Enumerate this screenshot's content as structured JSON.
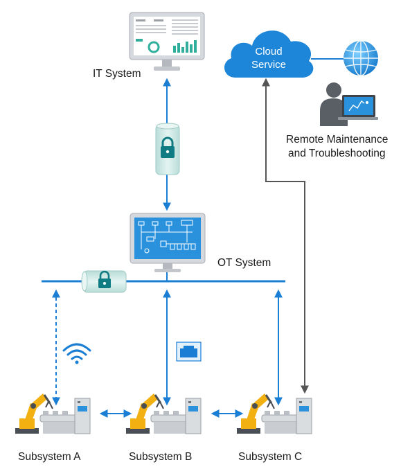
{
  "labels": {
    "it_system": "IT System",
    "ot_system": "OT System",
    "cloud_line1": "Cloud",
    "cloud_line2": "Service",
    "remote_line1": "Remote Maintenance",
    "remote_line2": "and Troubleshooting",
    "subsystem_a": "Subsystem A",
    "subsystem_b": "Subsystem B",
    "subsystem_c": "Subsystem C"
  },
  "colors": {
    "link_blue": "#1a7fd4",
    "cloud_blue": "#1e86d8",
    "cloud_path_gray": "#555555",
    "lock_teal": "#0f7b82",
    "tube_green": "#cfe9e6",
    "robot_yellow": "#f2b111",
    "machine_gray": "#c9ccd0",
    "screen_blue": "#2a92dd"
  },
  "icons": [
    "monitor-dashboard-icon",
    "monitor-process-icon",
    "lock-icon",
    "cloud-icon",
    "globe-icon",
    "technician-laptop-icon",
    "wifi-icon",
    "ethernet-port-icon",
    "robot-arm-icon",
    "conveyor-machine-icon"
  ]
}
